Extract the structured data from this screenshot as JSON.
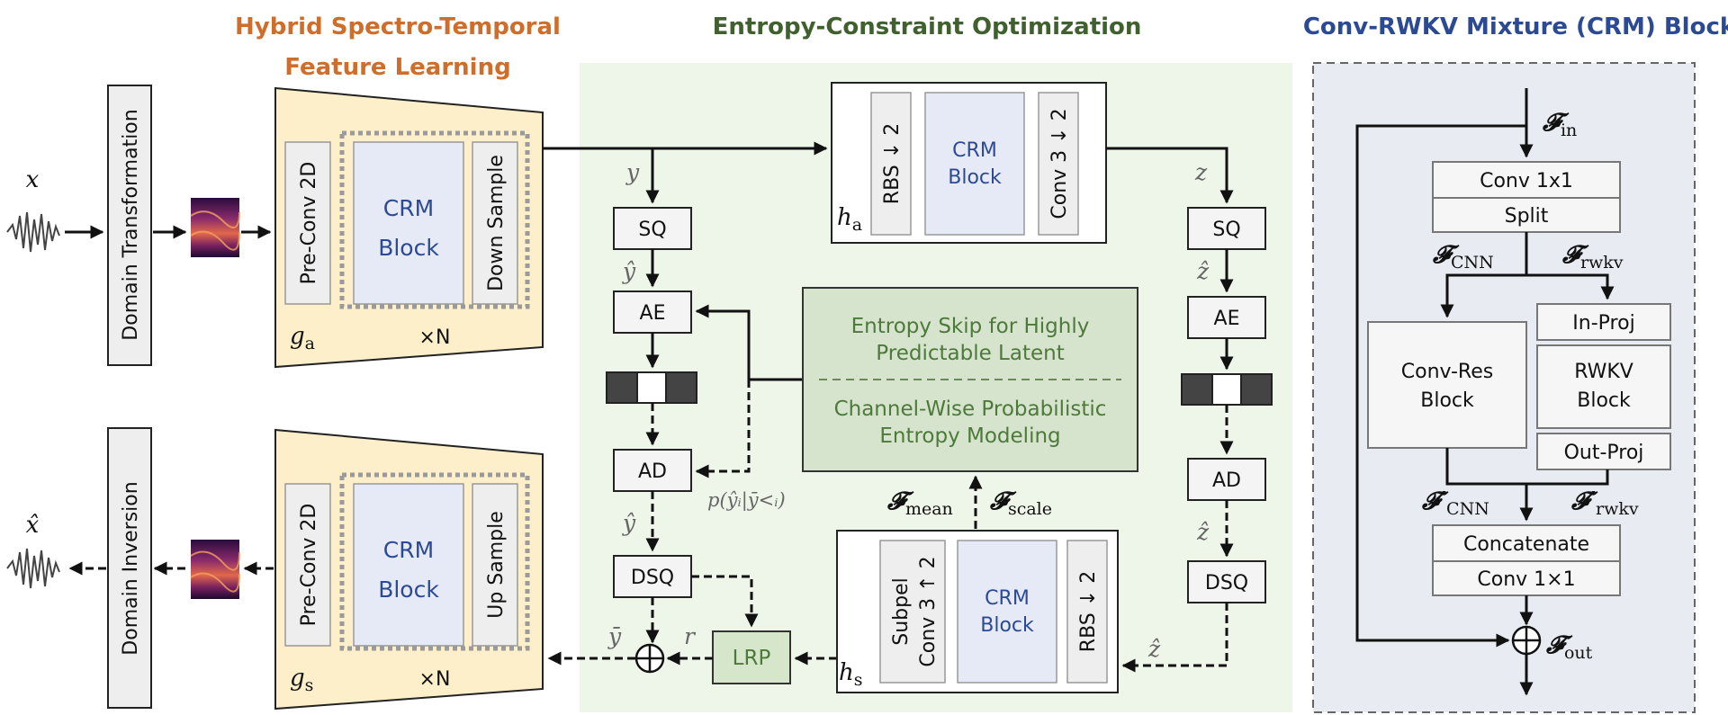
{
  "titles": {
    "hybrid_line1": "Hybrid Spectro-Temporal",
    "hybrid_line2": "Feature Learning",
    "entropy": "Entropy-Constraint Optimization",
    "crm_block": "Conv-RWKV Mixture (CRM) Block"
  },
  "colors": {
    "hybrid_title": "#cf6d2b",
    "entropy_title": "#40612f",
    "crm_title": "#2c4a94",
    "encoder_fill": "#fcefc9",
    "entropy_bg": "#eef5e9",
    "crm_panel_bg": "#e9ebf3",
    "crm_block_fill": "#e6eaf6"
  },
  "encoder": {
    "input_label": "x",
    "domain_transform": "Domain Transformation",
    "preconv": "Pre-Conv 2D",
    "crm_line1": "CRM",
    "crm_line2": "Block",
    "downsample": "Down Sample",
    "ga_main": "g",
    "ga_sub": "a",
    "repeat": "×N"
  },
  "decoder": {
    "output_label": "x̂",
    "domain_inversion": "Domain Inversion",
    "preconv": "Pre-Conv 2D",
    "crm_line1": "CRM",
    "crm_line2": "Block",
    "upsample": "Up Sample",
    "gs_main": "g",
    "gs_sub": "s",
    "repeat": "×N"
  },
  "hyper_encoder": {
    "rbs": "RBS ↓ 2",
    "crm_line1": "CRM",
    "crm_line2": "Block",
    "conv": "Conv 3 ↓ 2",
    "ha_main": "h",
    "ha_sub": "a"
  },
  "hyper_decoder": {
    "subpel_line1": "Subpel",
    "subpel_line2": "Conv 3 ↑ 2",
    "crm_line1": "CRM",
    "crm_line2": "Block",
    "rbs": "RBS ↓ 2",
    "hs_main": "h",
    "hs_sub": "s"
  },
  "main_path": {
    "y": "y",
    "sq": "SQ",
    "y_hat": "ŷ",
    "ae": "AE",
    "ad": "AD",
    "y_hat2": "ŷ",
    "dsq": "DSQ",
    "y_bar": "ȳ",
    "r": "r",
    "lrp": "LRP",
    "prob": "p(ŷᵢ|ȳ<ᵢ)"
  },
  "hyper_path": {
    "z": "z",
    "sq": "SQ",
    "z_hat": "ẑ",
    "ae": "AE",
    "ad": "AD",
    "z_hat2": "ẑ",
    "dsq": "DSQ",
    "z_hat3": "ẑ"
  },
  "entropy_box": {
    "line1": "Entropy Skip for Highly",
    "line2": "Predictable Latent",
    "line3": "Channel-Wise Probabilistic",
    "line4": "Entropy Modeling",
    "f_mean_main": "𝓕",
    "f_mean_sub": "mean",
    "f_scale_main": "𝓕",
    "f_scale_sub": "scale"
  },
  "crm_detail": {
    "f_in_main": "𝓕",
    "f_in_sub": "in",
    "conv1": "Conv 1x1",
    "split": "Split",
    "f_cnn_main": "𝓕",
    "f_cnn_sub": "CNN",
    "f_rwkv_main": "𝓕",
    "f_rwkv_sub": "rwkv",
    "inproj": "In-Proj",
    "convres_line1": "Conv-Res",
    "convres_line2": "Block",
    "rwkv_line1": "RWKV",
    "rwkv_line2": "Block",
    "outproj": "Out-Proj",
    "f_cnn2_main": "𝓕′",
    "f_cnn2_sub": "CNN",
    "f_rwkv2_main": "𝓕′",
    "f_rwkv2_sub": "rwkv",
    "concat": "Concatenate",
    "conv2": "Conv 1×1",
    "f_out_main": "𝓕",
    "f_out_sub": "out"
  }
}
